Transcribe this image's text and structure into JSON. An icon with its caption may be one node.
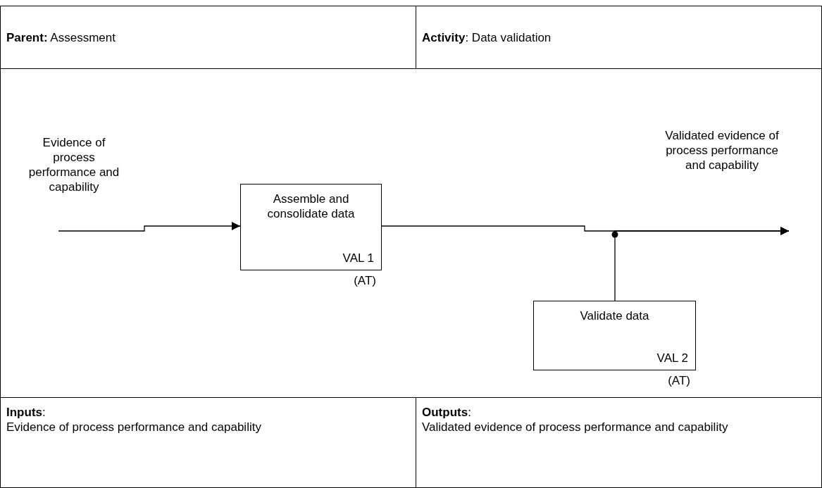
{
  "diagram": {
    "nodes": [
      {
        "text": [
          "**Parent:** Assessment"
        ]
      },
      {
        "text": [
          "**Activity**: Data validation"
        ]
      },
      {
        "text": [
          "Evidence of process performance and capability"
        ]
      },
      {
        "text": [
          "Assemble and consolidate data",
          "VAL 1"
        ],
        "beside": [
          "(AT)"
        ]
      },
      {
        "text": [
          "Validate data",
          "VAL 2"
        ],
        "beside": [
          "(AT)"
        ]
      },
      {
        "text": [
          "Validated evidence of process performance and capability"
        ]
      },
      {
        "text": [
          "**Inputs**:",
          "Evidence of process performance and capability"
        ]
      },
      {
        "text": [
          "**Outputs**:",
          "Validated evidence of process performance and capability"
        ]
      }
    ],
    "edges": [
      {
        "from": 2,
        "to": 3,
        "arrow": "to"
      },
      {
        "from": 3,
        "to": 5,
        "arrow": "to"
      },
      {
        "from": 4,
        "to": 5,
        "arrow": "to"
      }
    ]
  }
}
